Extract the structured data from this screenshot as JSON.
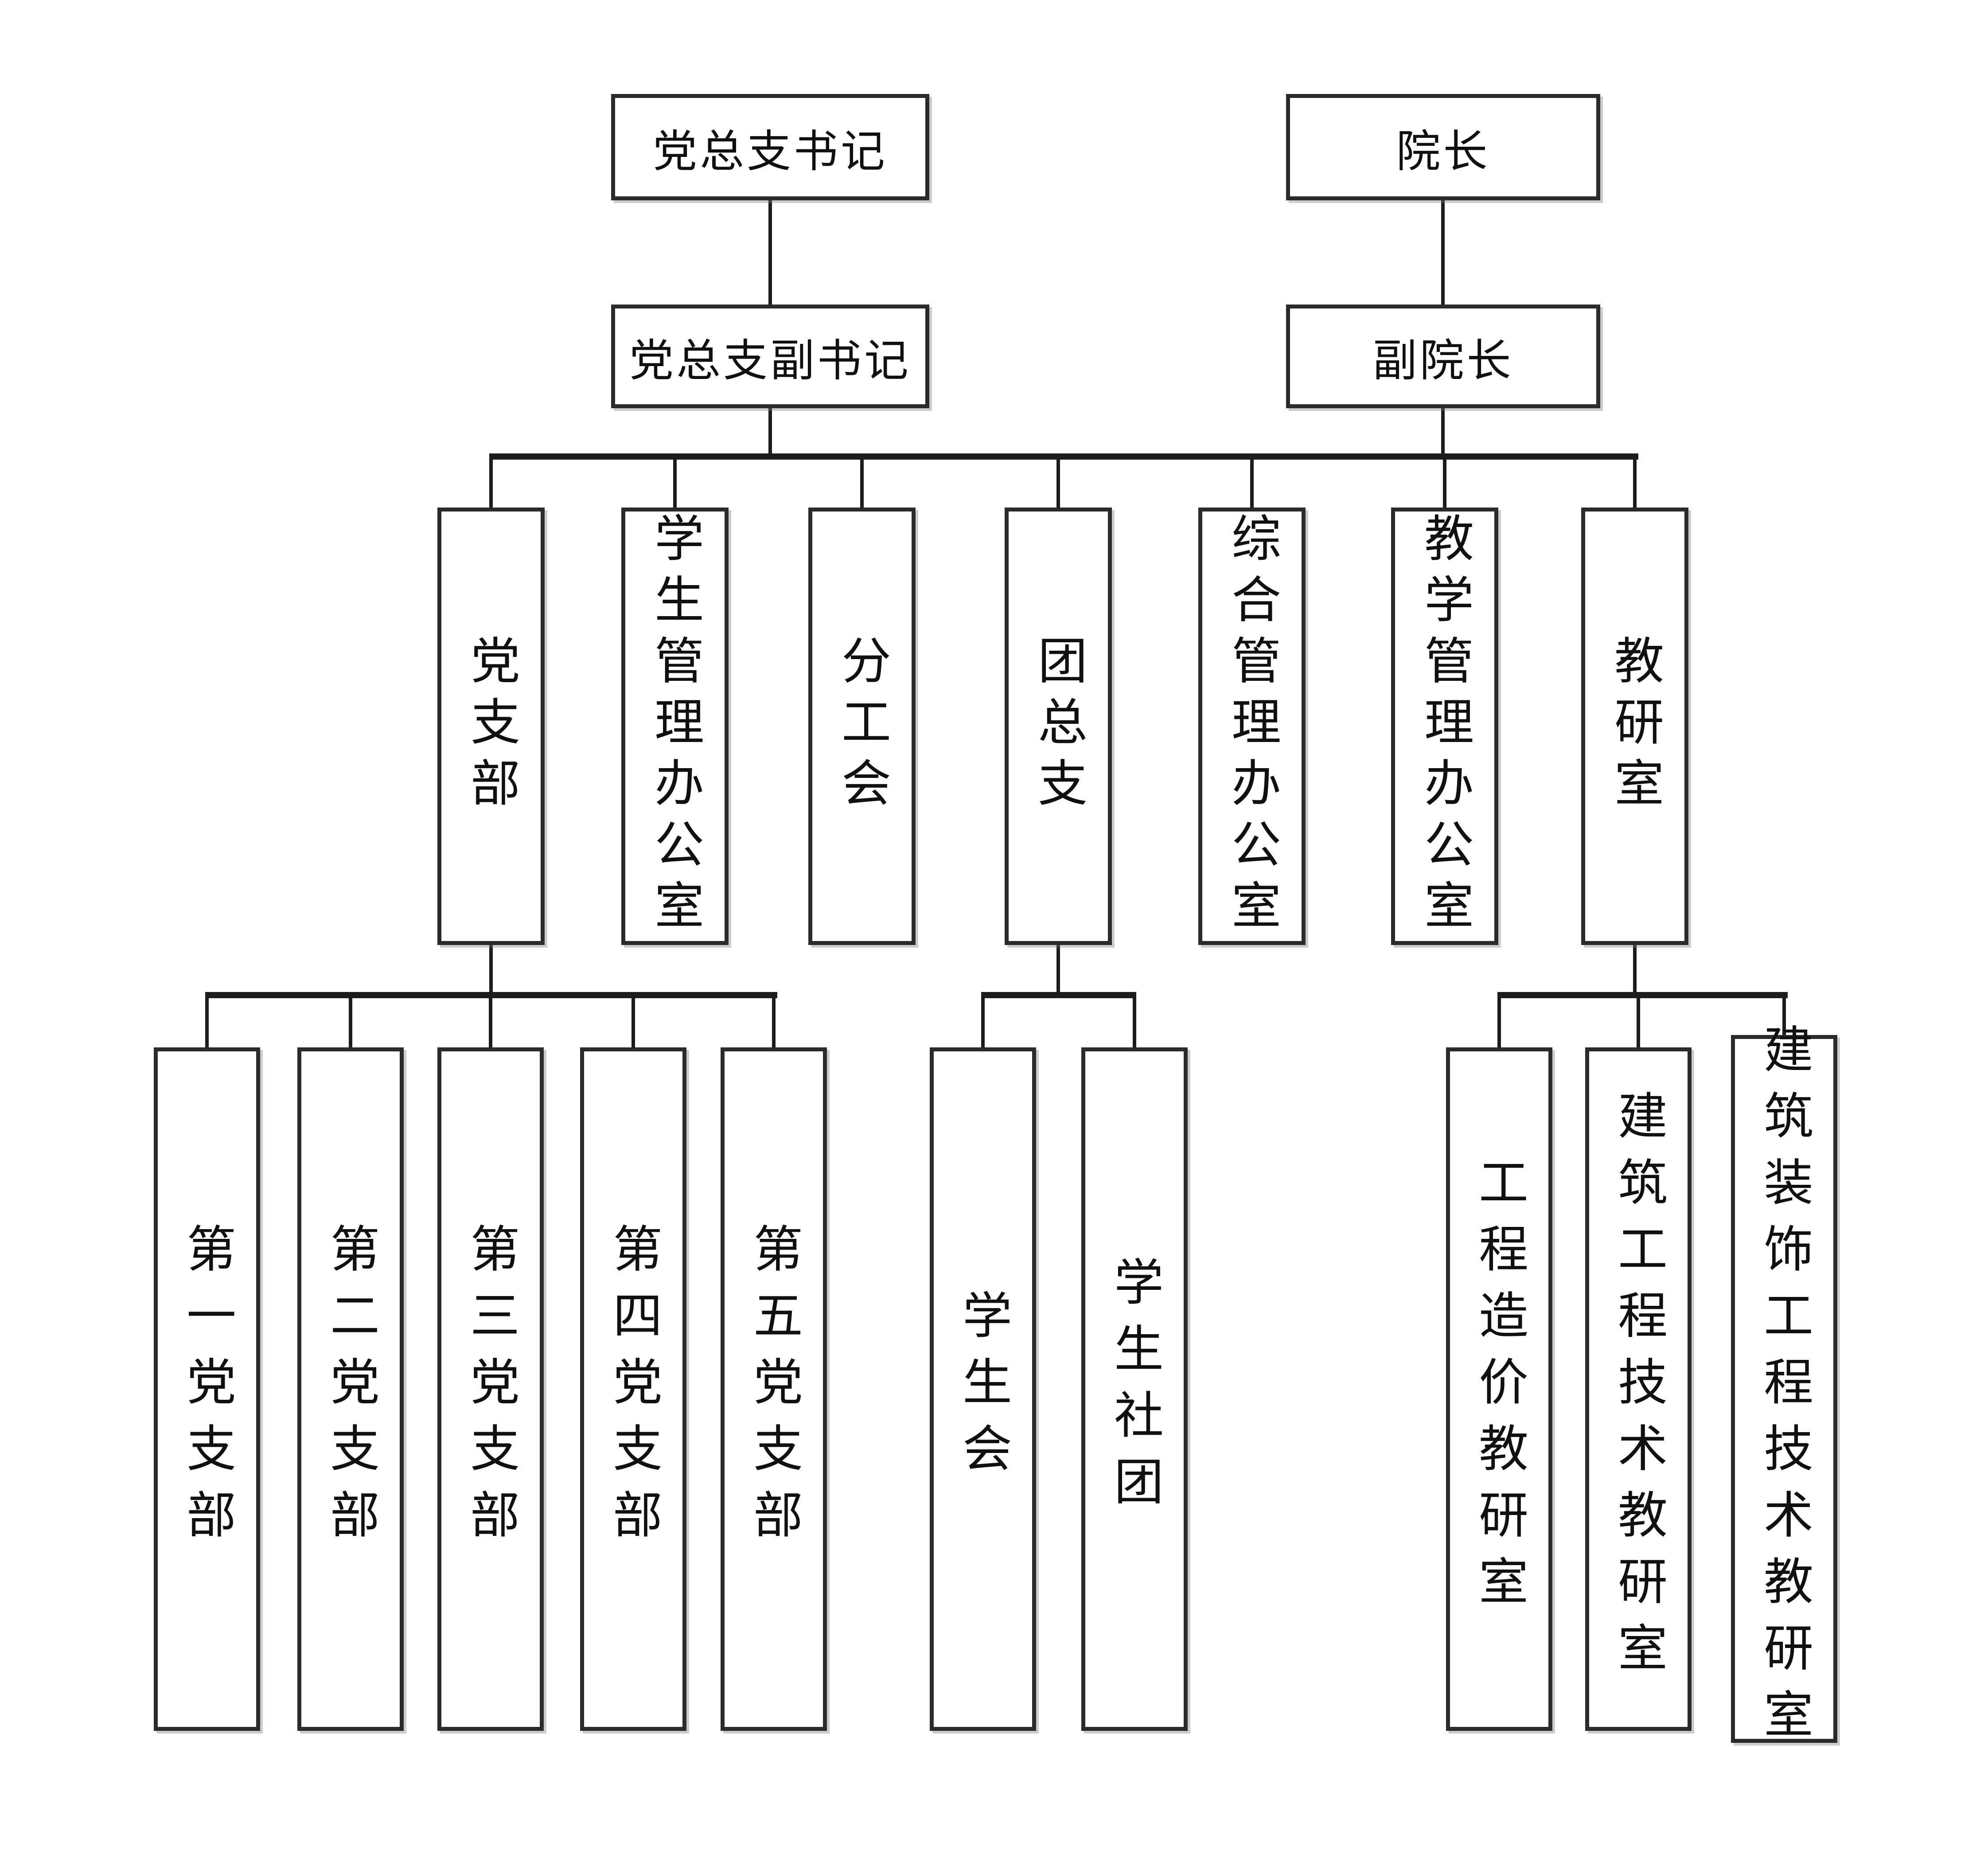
{
  "colors": {
    "background": "#ffffff",
    "line": "#1c1c1c",
    "box_border": "#2b2b2b",
    "text": "#101010"
  },
  "nodes": {
    "party_secretary": {
      "label": "党总支书记"
    },
    "dean": {
      "label": "院长"
    },
    "deputy_party_secretary": {
      "label": "党总支副书记"
    },
    "vice_dean": {
      "label": "副院长"
    },
    "departments": [
      {
        "label": "党支部"
      },
      {
        "label": "学生管理办公室"
      },
      {
        "label": "分工会"
      },
      {
        "label": "团总支"
      },
      {
        "label": "综合管理办公室"
      },
      {
        "label": "教学管理办公室"
      },
      {
        "label": "教研室"
      }
    ],
    "units": [
      {
        "label": "第一党支部"
      },
      {
        "label": "第二党支部"
      },
      {
        "label": "第三党支部"
      },
      {
        "label": "第四党支部"
      },
      {
        "label": "第五党支部"
      },
      {
        "label": "学生会"
      },
      {
        "label": "学生社团"
      },
      {
        "label": "工程造价教研室"
      },
      {
        "label": "建筑工程技术教研室"
      },
      {
        "label": "建筑装饰工程技术教研室"
      }
    ]
  }
}
